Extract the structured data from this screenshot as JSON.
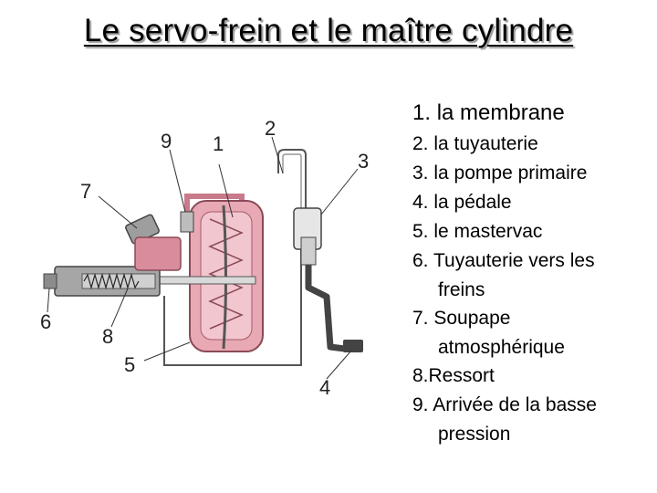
{
  "title": "Le servo-frein et le maître cylindre",
  "legend": [
    {
      "num": "1.",
      "text": "la membrane",
      "cont": ""
    },
    {
      "num": "2.",
      "text": "la tuyauterie",
      "cont": ""
    },
    {
      "num": "3.",
      "text": "la pompe primaire",
      "cont": ""
    },
    {
      "num": "4.",
      "text": "la pédale",
      "cont": ""
    },
    {
      "num": "5.",
      "text": "le mastervac",
      "cont": ""
    },
    {
      "num": "6.",
      "text": "Tuyauterie vers les",
      "cont": "freins"
    },
    {
      "num": "7.",
      "text": "Soupape",
      "cont": "atmosphérique"
    },
    {
      "num": "8.",
      "text": "Ressort",
      "cont": ""
    },
    {
      "num": "9.",
      "text": "Arrivée de la basse",
      "cont": "pression"
    }
  ],
  "callouts": [
    "1",
    "2",
    "3",
    "4",
    "5",
    "6",
    "7",
    "8",
    "9"
  ],
  "colors": {
    "membrane_pink": "#e8a9b5",
    "body_gray": "#a6a6a6",
    "pedal_dark": "#444444",
    "accent_red": "#c0392b"
  }
}
